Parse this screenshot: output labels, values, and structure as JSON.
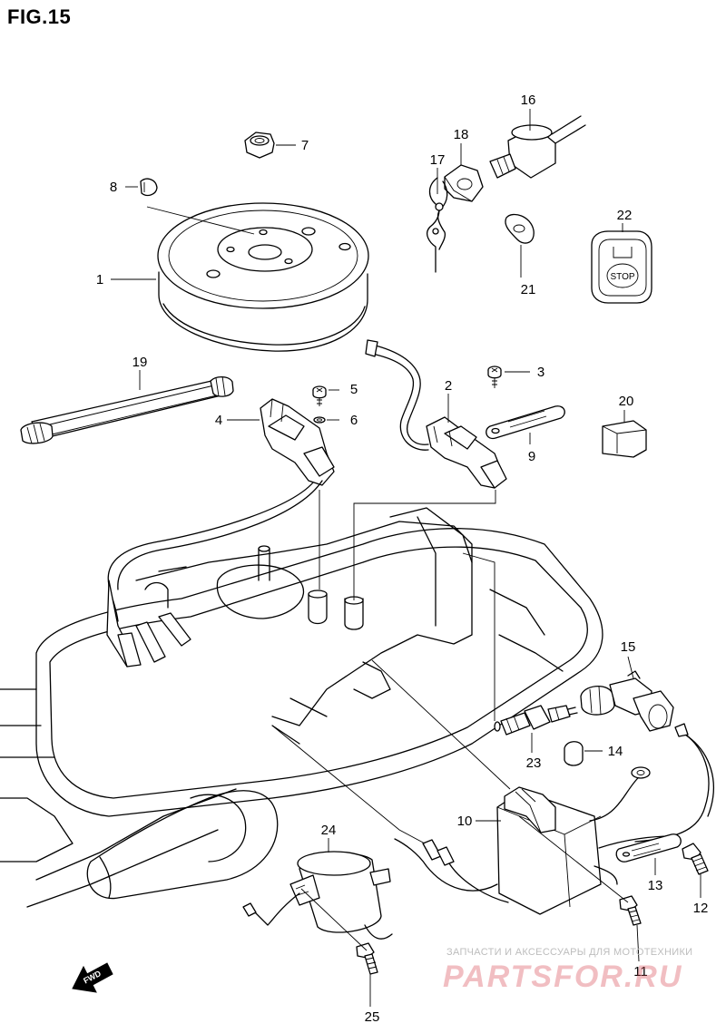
{
  "figure": {
    "title": "FIG.15"
  },
  "callouts": {
    "c1": "1",
    "c2": "2",
    "c3": "3",
    "c4": "4",
    "c5": "5",
    "c6": "6",
    "c7": "7",
    "c8": "8",
    "c9": "9",
    "c10": "10",
    "c11": "11",
    "c12": "12",
    "c13": "13",
    "c14": "14",
    "c15": "15",
    "c16": "16",
    "c17": "17",
    "c18": "18",
    "c19": "19",
    "c20": "20",
    "c21": "21",
    "c22": "22",
    "c23": "23",
    "c24": "24",
    "c25": "25"
  },
  "labels": {
    "stop_switch": "STOP",
    "fwd_arrow": "FWD"
  },
  "watermark": {
    "line1": "ЗАПЧАСТИ И АКСЕССУАРЫ ДЛЯ МОТОТЕХНИКИ",
    "line2": "PARTSFOR.RU"
  }
}
